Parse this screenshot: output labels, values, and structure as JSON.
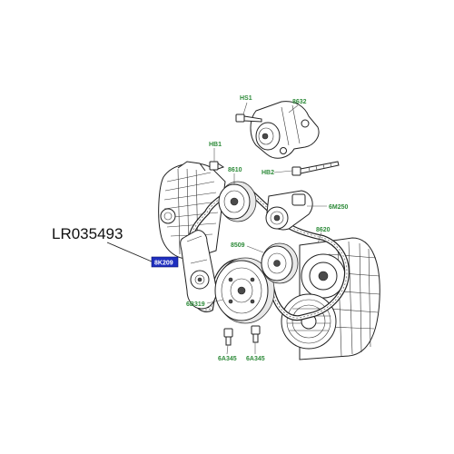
{
  "diagram": {
    "part_number": "LR035493",
    "highlighted_part": "8K209",
    "labels": {
      "hs1": "HS1",
      "p8632": "8632",
      "hb1": "HB1",
      "p8610": "8610",
      "hb2": "HB2",
      "p6m250": "6M250",
      "p8620": "8620",
      "p8509": "8509",
      "p6b319": "6B319",
      "p6a345a": "6A345",
      "p6a345b": "6A345"
    },
    "colors": {
      "label": "#2e8b3a",
      "highlight": "#1f2fbf"
    }
  }
}
